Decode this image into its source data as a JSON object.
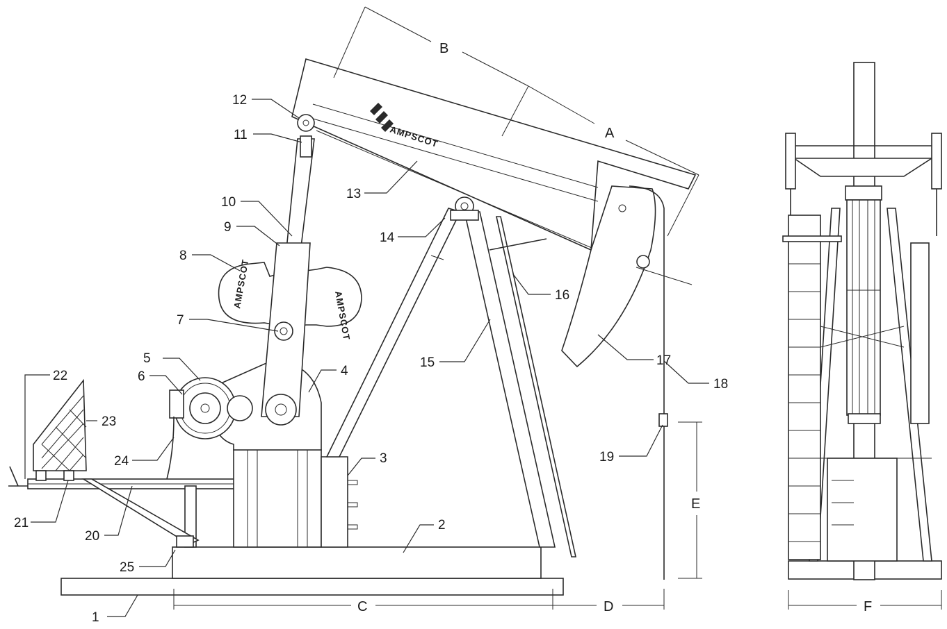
{
  "callouts": [
    "1",
    "2",
    "3",
    "4",
    "5",
    "6",
    "7",
    "8",
    "9",
    "10",
    "11",
    "12",
    "13",
    "14",
    "15",
    "16",
    "17",
    "18",
    "19",
    "20",
    "21",
    "22",
    "23",
    "24",
    "25"
  ],
  "dimensions": [
    "A",
    "B",
    "C",
    "D",
    "E",
    "F"
  ],
  "brand": {
    "beam_text": "AMPSCOT",
    "counterweight_text_left": "AMPSCOT",
    "counterweight_text_right": "AMPSCOT"
  }
}
